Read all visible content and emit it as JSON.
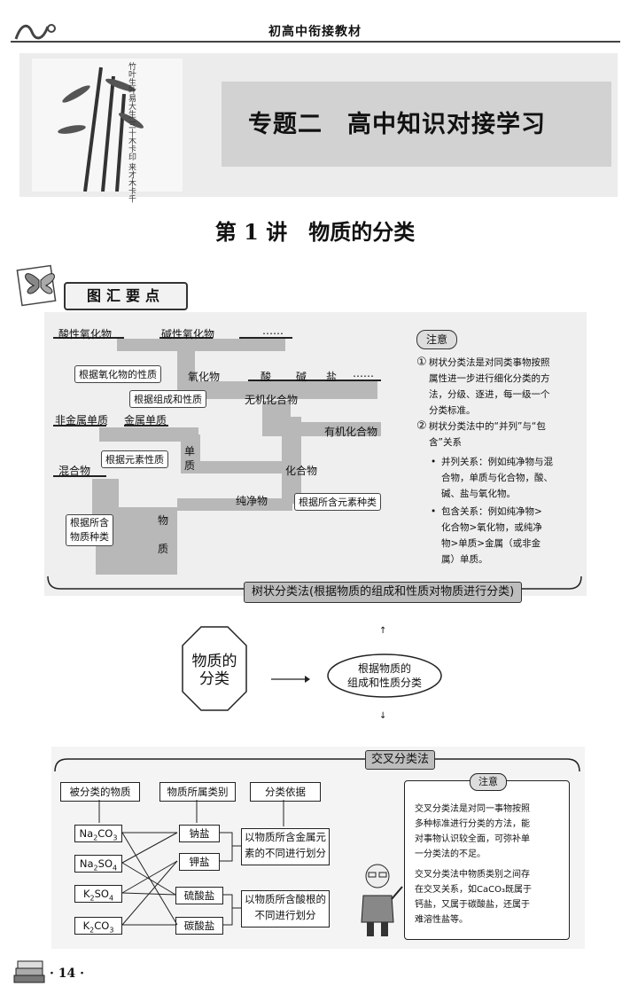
{
  "header": {
    "book_title": "初高中衔接教材"
  },
  "banner": {
    "title": "专题二　高中知识对接学习",
    "poem": [
      "竹叶生叶易大生",
      "三十木卡印",
      "来才木卡千"
    ]
  },
  "lesson": {
    "title": "第 1 讲　物质的分类"
  },
  "section_tab": {
    "label": "图汇要点"
  },
  "tree": {
    "labels": {
      "acid_oxide": "酸性氧化物",
      "basic_oxide": "碱性氧化物",
      "dots1": "……",
      "oxide": "氧化物",
      "acid": "酸",
      "base": "碱",
      "salt": "盐",
      "dots2": "……",
      "inorganic": "无机化合物",
      "organic": "有机化合物",
      "nonmetal": "非金属单质",
      "metal": "金属单质",
      "element1": "单",
      "element2": "质",
      "compound": "化合物",
      "mixture": "混合物",
      "pure": "纯净物",
      "matter1": "物",
      "matter2": "质"
    },
    "notes": {
      "by_oxide": "根据氧化物的性质",
      "by_comp": "根据组成和性质",
      "by_elem": "根据元素性质",
      "by_kind": "根据所含元素种类",
      "by_species1": "根据所含",
      "by_species2": "物质种类"
    },
    "caption": "树状分类法(根据物质的组成和性质对物质进行分类)"
  },
  "attention": {
    "title": "注意",
    "item1_num": "①",
    "item1": [
      "树状分类法是对同类事物按照",
      "属性进一步进行细化分类的方",
      "法，分级、逐进，每一级一个",
      "分类标准。"
    ],
    "item2_num": "②",
    "item2": [
      "树状分类法中的“并列”与“包",
      "含”关系"
    ],
    "bullet1": [
      "并列关系：例如纯净物与混",
      "合物，单质与化合物，酸、",
      "碱、盐与氧化物。"
    ],
    "bullet2": [
      "包含关系：例如纯净物>",
      "化合物>氧化物，或纯净",
      "物>单质>金属（或非金",
      "属）单质。"
    ]
  },
  "middle": {
    "octagon": [
      "物质的",
      "分类"
    ],
    "oval": [
      "根据物质的",
      "组成和性质分类"
    ]
  },
  "cross": {
    "title": "交叉分类法",
    "col_headers": [
      "被分类的物质",
      "物质所属类别",
      "分类依据"
    ],
    "substances": [
      {
        "main": "Na",
        "sub": "2",
        "main2": "CO",
        "sub2": "3"
      },
      {
        "main": "Na",
        "sub": "2",
        "main2": "SO",
        "sub2": "4"
      },
      {
        "main": "K",
        "sub": "2",
        "main2": "SO",
        "sub2": "4"
      },
      {
        "main": "K",
        "sub": "2",
        "main2": "CO",
        "sub2": "3"
      }
    ],
    "categories": [
      "钠盐",
      "钾盐",
      "硫酸盐",
      "碳酸盐"
    ],
    "basis": [
      [
        "以物质所含金属元",
        "素的不同进行划分"
      ],
      [
        "以物质所含酸根的",
        "不同进行划分"
      ]
    ]
  },
  "aside": {
    "title": "注意",
    "para1": [
      "交叉分类法是对同一事物按照",
      "多种标准进行分类的方法，能",
      "对事物认识较全面，可弥补单",
      "一分类法的不足。"
    ],
    "para2": [
      "交叉分类法中物质类别之间存",
      "在交叉关系，如CaCO₃既属于",
      "钙盐，又属于碳酸盐，还属于",
      "难溶性盐等。"
    ]
  },
  "footer": {
    "page": "· 14 ·"
  }
}
